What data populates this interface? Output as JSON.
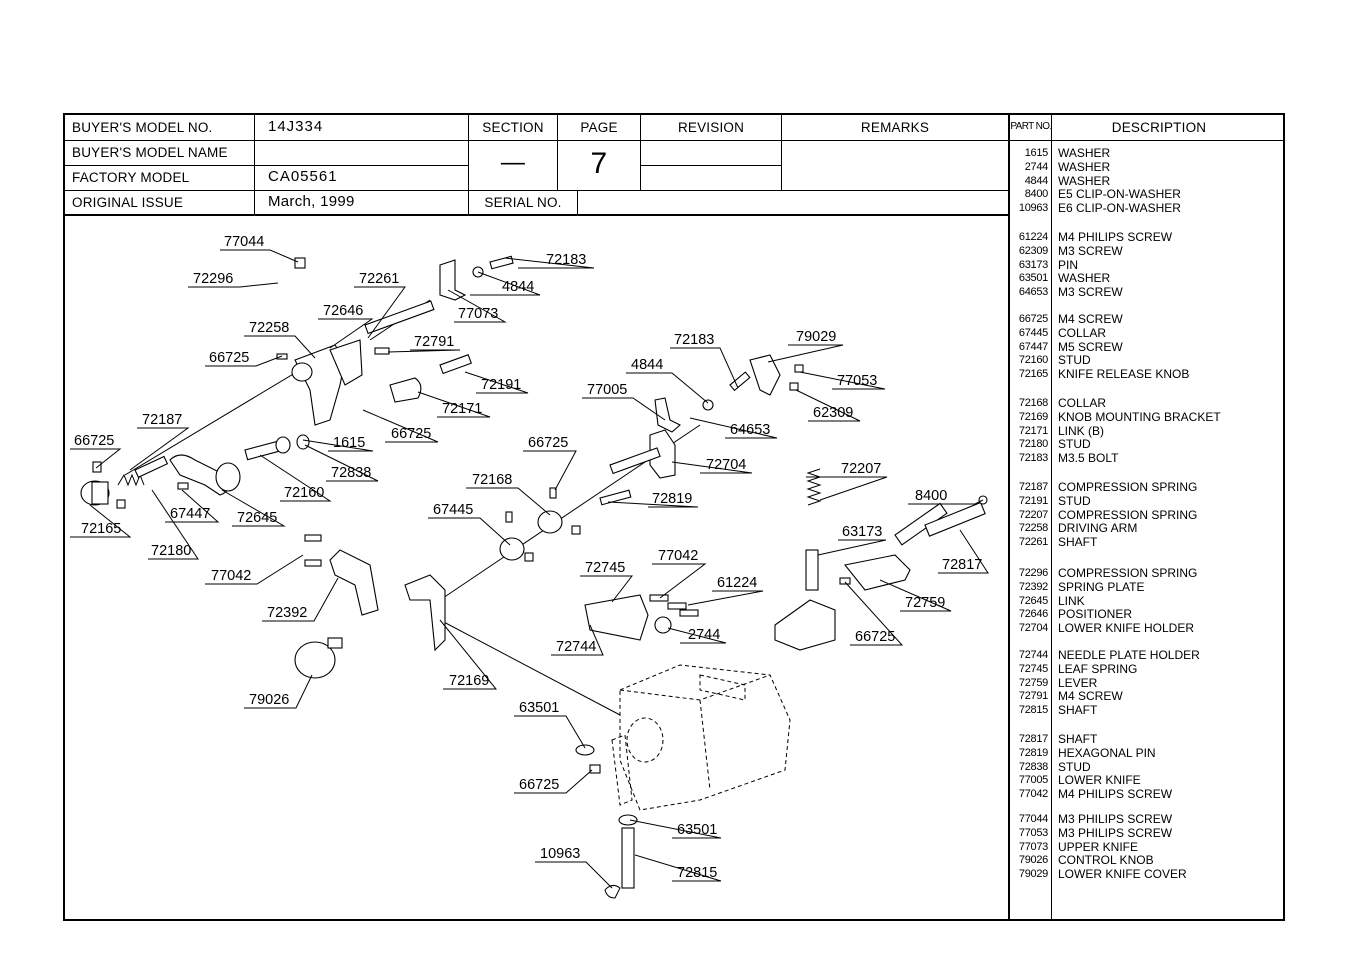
{
  "header": {
    "buyers_model_no_label": "BUYER'S MODEL NO.",
    "buyers_model_no": "14J334",
    "buyers_model_name_label": "BUYER'S MODEL NAME",
    "buyers_model_name": "",
    "factory_model_label": "FACTORY MODEL",
    "factory_model": "CA05561",
    "original_issue_label": "ORIGINAL ISSUE",
    "original_issue": "March, 1999",
    "section_label": "SECTION",
    "section": "—",
    "page_label": "PAGE",
    "page": "7",
    "revision_label": "REVISION",
    "remarks_label": "REMARKS",
    "serial_no_label": "SERIAL NO.",
    "part_no_label": "PART NO.",
    "description_label": "DESCRIPTION"
  },
  "parts": [
    {
      "no": "1615",
      "desc": "WASHER"
    },
    {
      "no": "2744",
      "desc": "WASHER"
    },
    {
      "no": "4844",
      "desc": "WASHER"
    },
    {
      "no": "8400",
      "desc": "E5 CLIP-ON-WASHER"
    },
    {
      "no": "10963",
      "desc": "E6 CLIP-ON-WASHER"
    },
    {
      "no": "61224",
      "desc": "M4 PHILIPS SCREW"
    },
    {
      "no": "62309",
      "desc": "M3 SCREW"
    },
    {
      "no": "63173",
      "desc": "PIN"
    },
    {
      "no": "63501",
      "desc": "WASHER"
    },
    {
      "no": "64653",
      "desc": "M3 SCREW"
    },
    {
      "no": "66725",
      "desc": "M4 SCREW"
    },
    {
      "no": "67445",
      "desc": "COLLAR"
    },
    {
      "no": "67447",
      "desc": "M5 SCREW"
    },
    {
      "no": "72160",
      "desc": "STUD"
    },
    {
      "no": "72165",
      "desc": "KNIFE RELEASE KNOB"
    },
    {
      "no": "72168",
      "desc": "COLLAR"
    },
    {
      "no": "72169",
      "desc": "KNOB MOUNTING BRACKET"
    },
    {
      "no": "72171",
      "desc": "LINK (B)"
    },
    {
      "no": "72180",
      "desc": "STUD"
    },
    {
      "no": "72183",
      "desc": "M3.5 BOLT"
    },
    {
      "no": "72187",
      "desc": "COMPRESSION SPRING"
    },
    {
      "no": "72191",
      "desc": "STUD"
    },
    {
      "no": "72207",
      "desc": "COMPRESSION SPRING"
    },
    {
      "no": "72258",
      "desc": "DRIVING ARM"
    },
    {
      "no": "72261",
      "desc": "SHAFT"
    },
    {
      "no": "72296",
      "desc": "COMPRESSION SPRING"
    },
    {
      "no": "72392",
      "desc": "SPRING PLATE"
    },
    {
      "no": "72645",
      "desc": "LINK"
    },
    {
      "no": "72646",
      "desc": "POSITIONER"
    },
    {
      "no": "72704",
      "desc": "LOWER KNIFE HOLDER"
    },
    {
      "no": "72744",
      "desc": "NEEDLE PLATE HOLDER"
    },
    {
      "no": "72745",
      "desc": "LEAF SPRING"
    },
    {
      "no": "72759",
      "desc": "LEVER"
    },
    {
      "no": "72791",
      "desc": "M4 SCREW"
    },
    {
      "no": "72815",
      "desc": "SHAFT"
    },
    {
      "no": "72817",
      "desc": "SHAFT"
    },
    {
      "no": "72819",
      "desc": "HEXAGONAL PIN"
    },
    {
      "no": "72838",
      "desc": "STUD"
    },
    {
      "no": "77005",
      "desc": "LOWER KNIFE"
    },
    {
      "no": "77042",
      "desc": "M4 PHILIPS SCREW"
    },
    {
      "no": "77044",
      "desc": "M3 PHILIPS SCREW"
    },
    {
      "no": "77053",
      "desc": "M3 PHILIPS SCREW"
    },
    {
      "no": "77073",
      "desc": "UPPER KNIFE"
    },
    {
      "no": "79026",
      "desc": "CONTROL KNOB"
    },
    {
      "no": "79029",
      "desc": "LOWER KNIFE COVER"
    }
  ],
  "callouts": [
    "77044",
    "72296",
    "72261",
    "72183",
    "4844",
    "72646",
    "77073",
    "72258",
    "72791",
    "66725",
    "72191",
    "72171",
    "72187",
    "66725",
    "1615",
    "66725",
    "72838",
    "72160",
    "72165",
    "67447",
    "72645",
    "72180",
    "72183",
    "79029",
    "4844",
    "77053",
    "77005",
    "62309",
    "64653",
    "66725",
    "72704",
    "72168",
    "72819",
    "67445",
    "72207",
    "8400",
    "63173",
    "72817",
    "77042",
    "72745",
    "77042",
    "61224",
    "72392",
    "2744",
    "72744",
    "72759",
    "66725",
    "72169",
    "79026",
    "63501",
    "66725",
    "63501",
    "10963",
    "72815"
  ]
}
